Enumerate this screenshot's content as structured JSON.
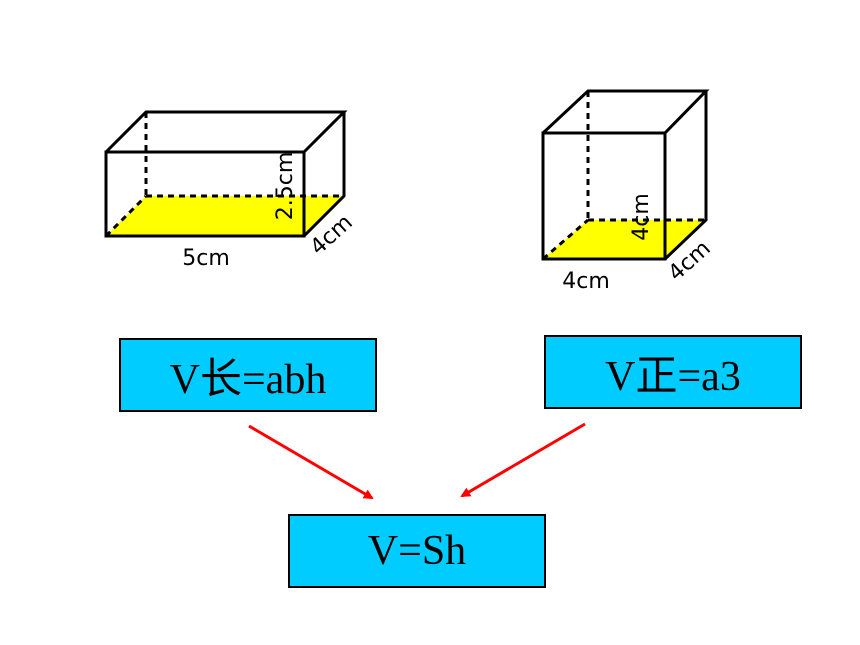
{
  "colors": {
    "formula_box_fill": "#00CCFF",
    "base_face_fill": "#FFFF00",
    "arrow": "#FF0000",
    "edge": "#000000"
  },
  "cuboid": {
    "length_label": "5cm",
    "width_label": "4cm",
    "height_label": "2.5cm"
  },
  "cube": {
    "length_label": "4cm",
    "width_label": "4cm",
    "height_label": "4cm"
  },
  "formulas": {
    "cuboid_volume": "V长=abh",
    "cube_volume": "V正=a3",
    "general_volume": "V=Sh"
  }
}
